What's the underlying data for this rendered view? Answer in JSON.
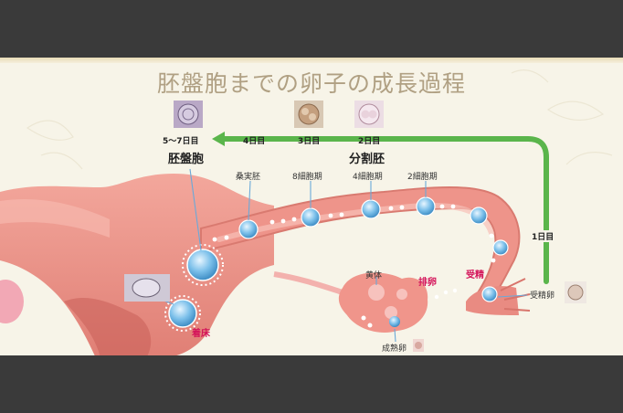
{
  "title": "胚盤胞までの卵子の成長過程",
  "days": {
    "day1": "1日目",
    "day2": "2日目",
    "day3": "3日目",
    "day4": "4日目",
    "day5_7": "5～7日目"
  },
  "stages": {
    "blastocyst": "胚盤胞",
    "cleavage": "分割胚"
  },
  "cells": {
    "morula": "桑実胚",
    "eight_cell": "8細胞期",
    "four_cell": "4細胞期",
    "two_cell": "2細胞期",
    "fertilized_egg": "受精卵",
    "corpus_luteum": "黄体",
    "mature_egg": "成熟卵"
  },
  "events": {
    "ovulation": "排卵",
    "fertilization": "受精",
    "implantation": "着床"
  },
  "colors": {
    "arrow": "#5ab54b",
    "uterus": "#e88b83",
    "embryo": "#5aa7d8",
    "event_label": "#d4145a"
  }
}
